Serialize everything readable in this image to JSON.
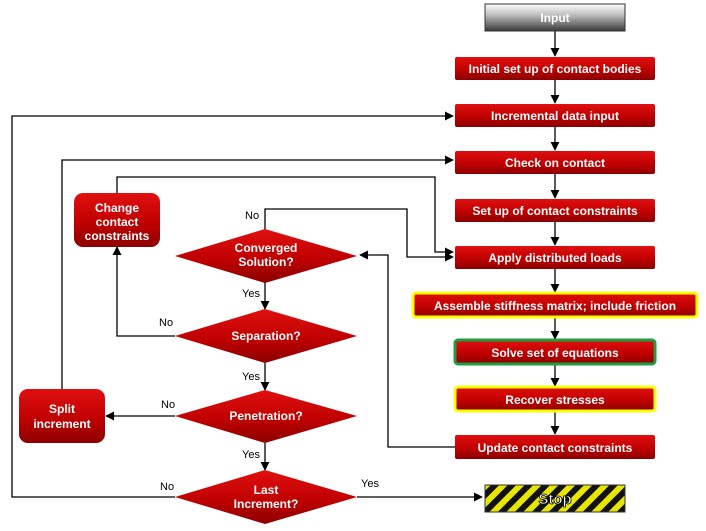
{
  "colors": {
    "box": "#c00000",
    "box_dark": "#7a0000",
    "input": "#595959",
    "highlight_yellow": "#ffff00",
    "highlight_green": "#1e9e3e",
    "stop_stripe": "#e6e600"
  },
  "nodes": {
    "input": "Input",
    "initial_setup": "Initial  set up of contact bodies",
    "incremental_input": "Incremental data input",
    "check_contact": "Check on contact",
    "setup_constraints": "Set up of contact constraints",
    "apply_loads": "Apply  distributed loads",
    "assemble_stiffness": "Assemble stiffness matrix; include friction",
    "solve_equations": "Solve set of equations",
    "recover_stresses": "Recover stresses",
    "update_constraints": "Update contact constraints",
    "change_constraints": [
      "Change",
      "contact",
      "constraints"
    ],
    "split_increment": [
      "Split",
      "increment"
    ],
    "converged": [
      "Converged",
      "Solution?"
    ],
    "separation": "Separation?",
    "penetration": "Penetration?",
    "last_increment": [
      "Last",
      "Increment?"
    ],
    "stop": "Stop"
  },
  "edges": {
    "converged_no": "No",
    "converged_yes": "Yes",
    "separation_no": "No",
    "separation_yes": "Yes",
    "penetration_no": "No",
    "penetration_yes": "Yes",
    "last_no": "No",
    "last_yes": "Yes"
  }
}
